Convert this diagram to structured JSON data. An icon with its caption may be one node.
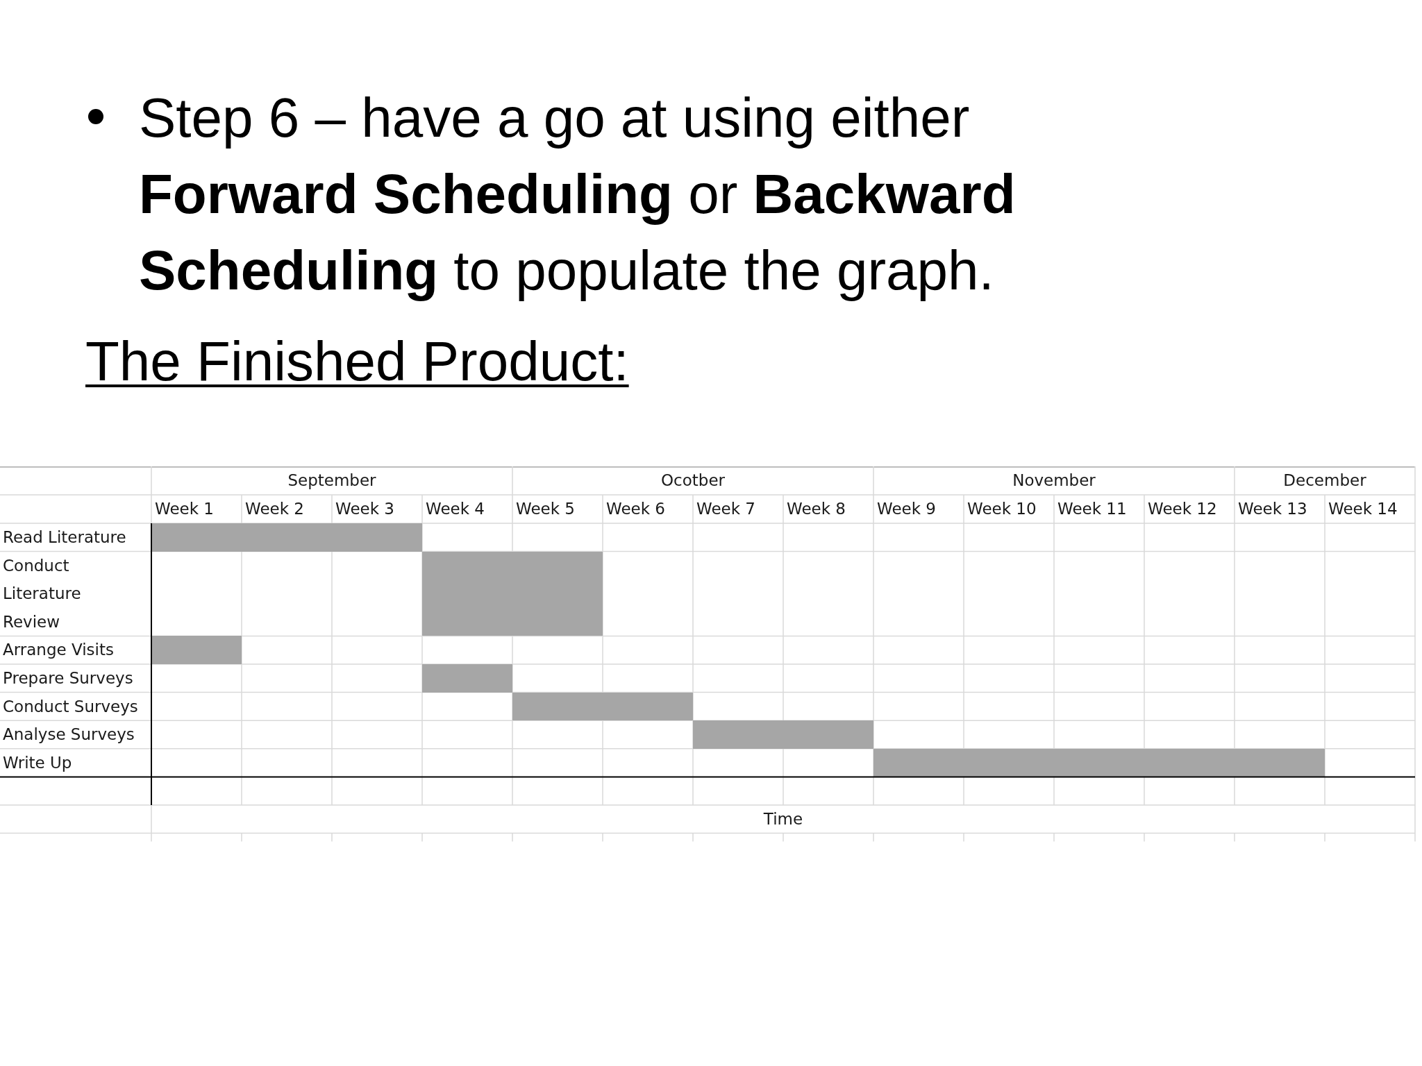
{
  "diagram": {
    "title": "The Finished Product:",
    "nodes": [
      {
        "text": [],
        "shape": "bar"
      },
      {
        "text": [],
        "shape": "bar"
      },
      {
        "text": [],
        "shape": "bar"
      },
      {
        "text": [],
        "shape": "bar"
      },
      {
        "text": [],
        "shape": "bar"
      },
      {
        "text": [],
        "shape": "bar"
      },
      {
        "text": [],
        "shape": "bar"
      }
    ],
    "labels": [
      "Step 6 – have a go at using either **Forward Scheduling** or **Backward Scheduling** to populate the graph.",
      "September",
      "Ocotber",
      "November",
      "December",
      "Week 1",
      "Week 2",
      "Week 3",
      "Week 4",
      "Week 5",
      "Week 6",
      "Week 7",
      "Week 8",
      "Week 9",
      "Week 10",
      "Week 11",
      "Week 12",
      "Week 13",
      "Week 14",
      "Read Literature",
      "Conduct Literature Review",
      "Arrange Visits",
      "Prepare Surveys",
      "Conduct Surveys",
      "Analyse Surveys",
      "Write Up",
      "Time"
    ]
  }
}
